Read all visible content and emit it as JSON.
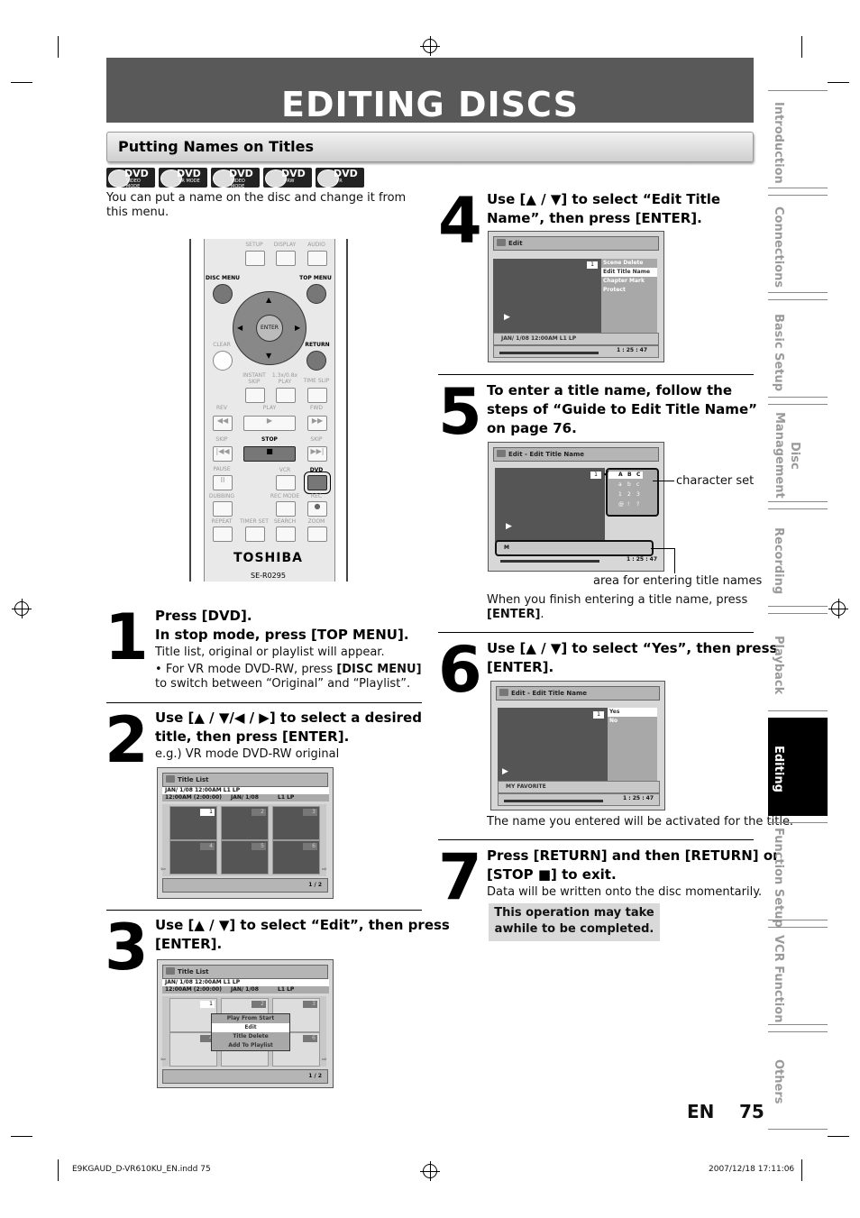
{
  "page": {
    "title": "EDITING DISCS",
    "section": "Putting Names on Titles",
    "intro": "You can put a name on the disc and change it from this menu.",
    "lang": "EN",
    "page_number": "75",
    "footer_left": "E9KGAUD_D-VR610KU_EN.indd   75",
    "footer_right": "2007/12/18   17:11:06"
  },
  "disc_icons": [
    {
      "main": "DVD",
      "sub": "-RW",
      "mode": "VIDEO MODE"
    },
    {
      "main": "DVD",
      "sub": "-RW",
      "mode": "VR MODE"
    },
    {
      "main": "DVD",
      "sub": "+R",
      "mode": "VIDEO MODE"
    },
    {
      "main": "DVD",
      "sub": "+RW",
      "mode": ""
    },
    {
      "main": "DVD",
      "sub": "+R",
      "mode": ""
    }
  ],
  "remote": {
    "brand": "TOSHIBA",
    "model": "SE-R0295",
    "labels": {
      "setup": "SETUP",
      "display": "DISPLAY",
      "audio": "AUDIO",
      "disc_menu": "DISC MENU",
      "top_menu": "TOP MENU",
      "enter": "ENTER",
      "clear": "CLEAR",
      "return": "RETURN",
      "instant_skip": "INSTANT SKIP",
      "play_speed": "1.3x/0.8x PLAY",
      "time_slip": "TIME SLIP",
      "rev": "REV",
      "play": "PLAY",
      "fwd": "FWD",
      "skip_l": "SKIP",
      "stop": "STOP",
      "skip_r": "SKIP",
      "pause": "PAUSE",
      "vcr": "VCR",
      "dvd": "DVD",
      "dubbing": "DUBBING",
      "rec_mode": "REC MODE",
      "rec": "REC",
      "repeat": "REPEAT",
      "timer_set": "TIMER SET",
      "search": "SEARCH",
      "zoom": "ZOOM"
    }
  },
  "steps": {
    "s1": {
      "num": "1",
      "h1": "Press [DVD].",
      "h2": "In stop mode, press [TOP MENU].",
      "body": "Title list, original or playlist will appear.",
      "bullet_a": "For VR mode DVD-RW, press ",
      "bullet_b": "[DISC MENU]",
      "bullet_c": " to switch between “Original” and “Playlist”."
    },
    "s2": {
      "num": "2",
      "h1": "Use [▲ / ▼/◀ / ▶] to select a desired",
      "h2": "title, then press [ENTER].",
      "body": "e.g.) VR mode DVD-RW original"
    },
    "s3": {
      "num": "3",
      "h1": "Use [▲ / ▼] to select “Edit”, then press",
      "h2": "[ENTER]."
    },
    "s4": {
      "num": "4",
      "h1": "Use [▲ / ▼] to select “Edit Title",
      "h2": "Name”, then press [ENTER]."
    },
    "s5": {
      "num": "5",
      "h1": "To enter a title name, follow the",
      "h2": "steps of “Guide to Edit Title Name”",
      "h3": "on page 76.",
      "callout1": "character set",
      "callout2": "area for entering title names",
      "after_a": "When you finish entering a title name, press",
      "after_b": "[ENTER]",
      "after_c": "."
    },
    "s6": {
      "num": "6",
      "h1": "Use [▲ / ▼] to select “Yes”, then press",
      "h2": "[ENTER].",
      "body": "The name you entered will be activated for the title."
    },
    "s7": {
      "num": "7",
      "h1": "Press [RETURN] and then [RETURN] or",
      "h2": "[STOP ■] to exit.",
      "body": "Data will be written onto the disc momentarily.",
      "note1": "This operation may take",
      "note2": "awhile to be completed."
    }
  },
  "osd_title_list": {
    "header": "Title List",
    "row1": "JAN/ 1/08 12:00AM  L1   LP",
    "row2a": "12:00AM (2:00:00)",
    "row2b": "JAN/ 1/08",
    "row2c": "L1   LP",
    "thumbs": [
      "1",
      "2",
      "3",
      "4",
      "5",
      "6"
    ],
    "page": "1 / 2"
  },
  "osd_title_list_menu": {
    "header": "Title List",
    "row1": "JAN/ 1/08 12:00AM  L1   LP",
    "row2a": "12:00AM (2:00:00)",
    "row2b": "JAN/ 1/08",
    "row2c": "L1   LP",
    "thumbs": [
      "1",
      "2",
      "3",
      "4",
      "5",
      "6"
    ],
    "menu": [
      "Play From Start",
      "Edit",
      "Title Delete",
      "Add To Playlist"
    ],
    "page": "1 / 2"
  },
  "osd_edit": {
    "header": "Edit",
    "num": "1",
    "menu": [
      "Scene Delete",
      "Edit Title Name",
      "Chapter Mark",
      "Protect"
    ],
    "info": "JAN/ 1/08 12:00AM L1   LP",
    "time": "1 : 25 : 47"
  },
  "osd_edit_name": {
    "header": "Edit - Edit Title Name",
    "num": "1",
    "chars": [
      "A",
      "B",
      "C",
      "a",
      "b",
      "c",
      "1",
      "2",
      "3",
      "@",
      "!",
      "?"
    ],
    "entry": "M",
    "time": "1 : 25 : 47"
  },
  "osd_edit_yes": {
    "header": "Edit - Edit Title Name",
    "num": "1",
    "menu": [
      "Yes",
      "No"
    ],
    "info": "MY FAVORITE",
    "time": "1 : 25 : 47"
  },
  "tabs": [
    "Introduction",
    "Connections",
    "Basic Setup",
    "Disc Management",
    "Recording",
    "Playback",
    "Editing",
    "Function Setup",
    "VCR Function",
    "Others"
  ]
}
